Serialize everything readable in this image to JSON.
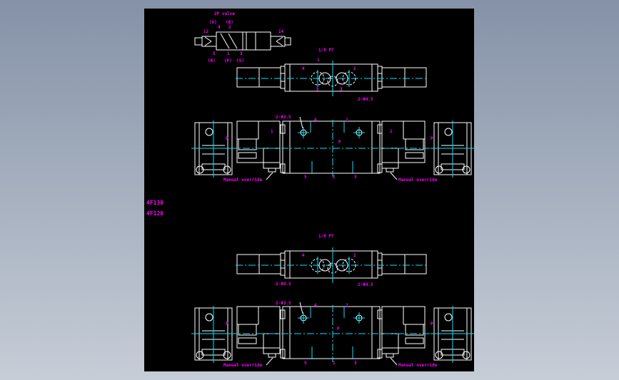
{
  "drawing": {
    "background_color": "#000000",
    "line_color": "#ffffff",
    "centerline_color": "#00e5ff",
    "text_color": "#ff00ff",
    "model_labels": [
      "4F130",
      "4F120"
    ],
    "symbol": {
      "title": "2P valve",
      "ports_top": [
        "(A)",
        "(B)"
      ],
      "ports_bottom": [
        "(R)",
        "(P)",
        "(S)"
      ],
      "numbers_top": [
        "4",
        "2"
      ],
      "numbers_bottom": [
        "5",
        "1",
        "3"
      ],
      "left": "12",
      "right": "14"
    },
    "top_view": {
      "thread_label": "1/8 PT",
      "port_labels": [
        "4",
        "2",
        "5",
        "3",
        "1"
      ],
      "hole_label": "2-Φ4.5"
    },
    "front_view": {
      "hole_label": "2-Φ3.5",
      "port_labels": [
        "4",
        "2",
        "5",
        "1",
        "3"
      ],
      "center_label": "P",
      "coil_label_left": "1",
      "coil_label_right": "1",
      "side_label": "P",
      "manual_label": "Manual override"
    }
  }
}
